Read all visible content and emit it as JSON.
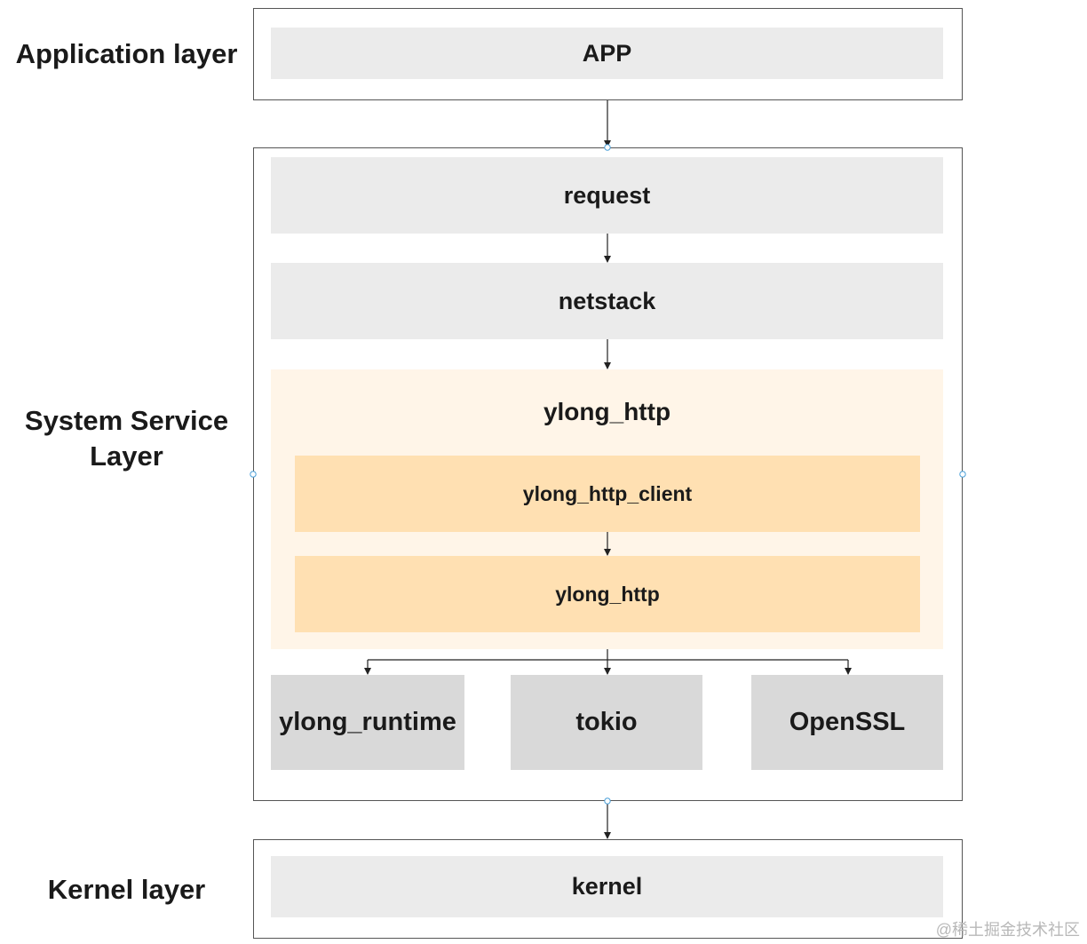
{
  "layers": {
    "application": "Application layer",
    "system_line1": "System Service",
    "system_line2": "Layer",
    "kernel": "Kernel layer"
  },
  "boxes": {
    "app": "APP",
    "request": "request",
    "netstack": "netstack",
    "ylong_http_outer": "ylong_http",
    "ylong_http_client": "ylong_http_client",
    "ylong_http_inner": "ylong_http",
    "ylong_runtime": "ylong_runtime",
    "tokio": "tokio",
    "openssl": "OpenSSL",
    "kernel": "kernel"
  },
  "watermark": "@稀土掘金技术社区",
  "colors": {
    "grey_box": "#ebebeb",
    "dark_box": "#d9d9d9",
    "cream_container": "#fff5e8",
    "orange_box": "#ffe0b2",
    "connector_dot": "#4a9fd8"
  }
}
